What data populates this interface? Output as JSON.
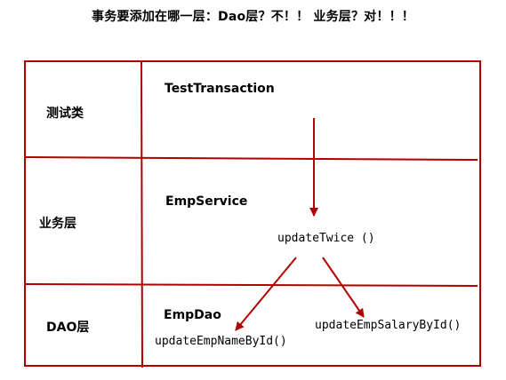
{
  "heading": "事务要添加在哪一层：Dao层？不！！ 业务层？对！！！",
  "layers": {
    "test": "测试类",
    "service": "业务层",
    "dao": "DAO层"
  },
  "classes": {
    "test": "TestTransaction",
    "service": "EmpService",
    "dao": "EmpDao"
  },
  "methods": {
    "update_twice": "updateTwice ()",
    "update_name": "updateEmpNameById()",
    "update_salary": "updateEmpSalaryById()"
  },
  "colors": {
    "line": "#b00000"
  }
}
